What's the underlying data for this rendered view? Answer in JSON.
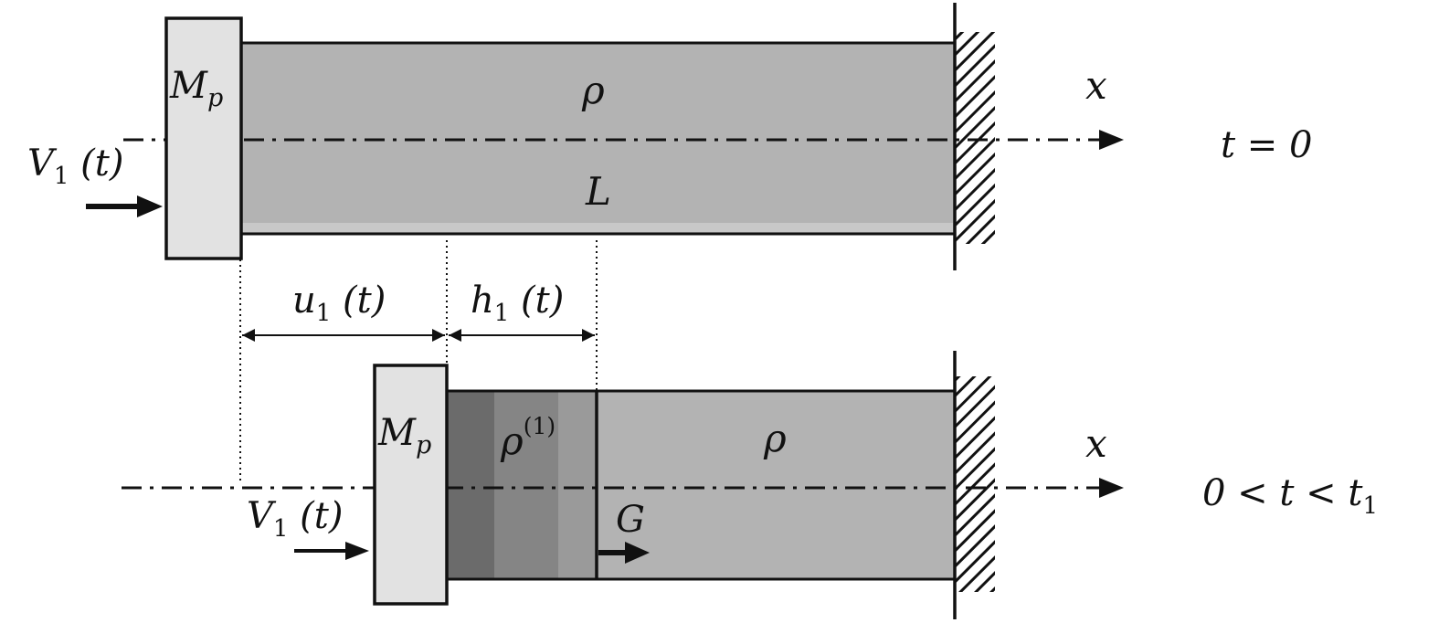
{
  "top": {
    "mass": {
      "main": "M",
      "sub": "p"
    },
    "density": "ρ",
    "length": "L",
    "velocity": {
      "main": "V",
      "sub": "1",
      "arg": " (t)"
    },
    "axis": "x",
    "time": "t = 0"
  },
  "dims": {
    "u": {
      "main": "u",
      "sub": "1",
      "arg": " (t)"
    },
    "h": {
      "main": "h",
      "sub": "1",
      "arg": " (t)"
    }
  },
  "bottom": {
    "mass": {
      "main": "M",
      "sub": "p"
    },
    "compressed_density": {
      "main": "ρ",
      "sup": "(1)"
    },
    "density": "ρ",
    "wave": "G",
    "velocity": {
      "main": "V",
      "sub": "1",
      "arg": " (t)"
    },
    "axis": "x",
    "time": {
      "main": "0 < t < t",
      "sub": "1"
    }
  },
  "colors": {
    "rod": "#b3b3b3",
    "rod_edge": "#c8c8c8",
    "mass": "#e2e2e2",
    "compressed_dark": "#6b6b6b",
    "compressed_mid": "#858585",
    "compressed_light": "#9a9a9a",
    "line": "#111111"
  }
}
